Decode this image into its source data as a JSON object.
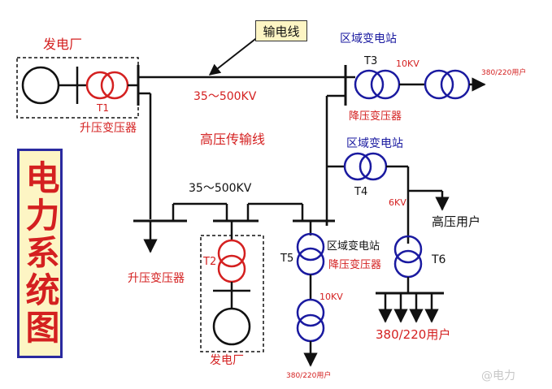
{
  "title": "电力系统图",
  "callout_transmission_line": "输电线",
  "labels": {
    "power_plant_top": "发电厂",
    "t1": "T1",
    "step_up_transformer_top": "升压变压器",
    "voltage_top": "35～500KV",
    "high_voltage_line": "高压传输线",
    "regional_substation_t3": "区域变电站",
    "t3": "T3",
    "v10kv_t3": "10KV",
    "users_t3": "380/220用户",
    "step_down_transformer_t3": "降压变压器",
    "regional_substation_t4": "区域变电站",
    "t4": "T4",
    "v6kv": "6KV",
    "high_voltage_users": "高压用户",
    "voltage_mid": "35～500KV",
    "step_up_transformer_mid": "升压变压器",
    "t2": "T2",
    "power_plant_bottom": "发电厂",
    "t5": "T5",
    "regional_substation_t5": "区域变电站",
    "step_down_transformer_t5": "降压变压器",
    "v10kv_t5": "10KV",
    "users_t5": "380/220用户",
    "t6": "T6",
    "users_t6": "380/220用户"
  },
  "watermark": "@电力",
  "colors": {
    "line": "#111111",
    "red_transformer": "#d42020",
    "blue_transformer": "#1a1aa0",
    "title_bg": "#fdf5c4",
    "title_border": "#2a2aa0"
  }
}
